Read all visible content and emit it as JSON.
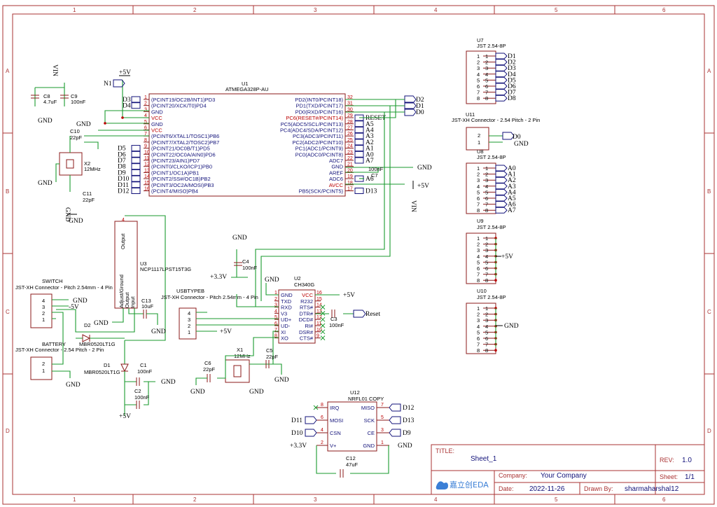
{
  "ruler": {
    "cols": [
      "1",
      "2",
      "3",
      "4",
      "5",
      "6"
    ],
    "rows": [
      "A",
      "B",
      "C",
      "D"
    ]
  },
  "title_block": {
    "title_label": "TITLE:",
    "title": "Sheet_1",
    "rev_label": "REV:",
    "rev": "1.0",
    "company_label": "Company:",
    "company": "Your Company",
    "sheet_label": "Sheet:",
    "sheet": "1/1",
    "date_label": "Date:",
    "date": "2022-11-26",
    "drawn_label": "Drawn By:",
    "drawn_by": "sharmaharshal12",
    "logo": "嘉立创EDA"
  },
  "u1": {
    "ref": "U1",
    "part": "ATMEGA328P-AU",
    "left_pins": [
      {
        "num": "1",
        "name": "(PCINT19/OC2B/INT1)PD3",
        "net": "D3"
      },
      {
        "num": "2",
        "name": "(PCINT20/XCK/T0)PD4",
        "net": "D4"
      },
      {
        "num": "3",
        "name": "GND",
        "net": ""
      },
      {
        "num": "4",
        "name": "VCC",
        "net": ""
      },
      {
        "num": "5",
        "name": "GND",
        "net": ""
      },
      {
        "num": "6",
        "name": "VCC",
        "net": ""
      },
      {
        "num": "7",
        "name": "(PCINT6/XTAL1/TOSC1)PB6",
        "net": ""
      },
      {
        "num": "8",
        "name": "(PCINT7/XTAL2/TOSC2)PB7",
        "net": ""
      },
      {
        "num": "9",
        "name": "(PCINT21/OC0B/T1)PD5",
        "net": "D5"
      },
      {
        "num": "10",
        "name": "(PCINT22/OC0A/AIN0)PD6",
        "net": "D6"
      },
      {
        "num": "11",
        "name": "(PCINT23/AIN1)PD7",
        "net": "D7"
      },
      {
        "num": "12",
        "name": "(PCINT0/CLKO/ICP1)PB0",
        "net": "D8"
      },
      {
        "num": "13",
        "name": "(PCINT1/OC1A)PB1",
        "net": "D9"
      },
      {
        "num": "14",
        "name": "(PCINT2/SS#/OC1B)PB2",
        "net": "D10"
      },
      {
        "num": "15",
        "name": "(PCINT3/OC2A/MOSI)PB3",
        "net": "D11"
      },
      {
        "num": "16",
        "name": "(PCINT4/MISO)PB4",
        "net": "D12"
      }
    ],
    "right_pins": [
      {
        "num": "32",
        "name": "PD2(INT0/PCINT18)",
        "net": ""
      },
      {
        "num": "31",
        "name": "PD1(TXD/PCINT17)",
        "net": ""
      },
      {
        "num": "30",
        "name": "PD0(RXD/PCINT16)",
        "net": ""
      },
      {
        "num": "29",
        "name": "PC6(RESET#/PCINT14)",
        "net": "RESET"
      },
      {
        "num": "28",
        "name": "PC5(ADC5/SCL/PCINT13)",
        "net": "A5"
      },
      {
        "num": "27",
        "name": "PC4(ADC4/SDA/PCINT12)",
        "net": "A4"
      },
      {
        "num": "26",
        "name": "PC3(ADC3/PCINT11)",
        "net": "A3"
      },
      {
        "num": "25",
        "name": "PC2(ADC2/PCINT10)",
        "net": "A2"
      },
      {
        "num": "24",
        "name": "PC1(ADC1/PCINT9)",
        "net": "A1"
      },
      {
        "num": "23",
        "name": "PC0(ADC0/PCINT8)",
        "net": "A0"
      },
      {
        "num": "22",
        "name": "ADC7",
        "net": "A7"
      },
      {
        "num": "21",
        "name": "GND",
        "net": ""
      },
      {
        "num": "20",
        "name": "AREF",
        "net": ""
      },
      {
        "num": "19",
        "name": "ADC6",
        "net": "A6"
      },
      {
        "num": "18",
        "name": "AVCC",
        "net": ""
      },
      {
        "num": "17",
        "name": "PB5(SCK/PCINT5)",
        "net": "D13"
      }
    ],
    "right_flags": [
      "D2",
      "D1",
      "D0"
    ]
  },
  "u7": {
    "ref": "U7",
    "part": "JST 2.54-8P",
    "nets": [
      "D1",
      "D2",
      "D3",
      "D4",
      "D5",
      "D6",
      "D7",
      "D8"
    ]
  },
  "u11": {
    "ref": "U11",
    "part": "JST-XH Connector - 2.54 Pitch - 2 Pin",
    "nets": [
      "D0"
    ]
  },
  "u8": {
    "ref": "U8",
    "part": "JST 2.54-8P",
    "nets": [
      "A0",
      "A1",
      "A2",
      "A3",
      "A4",
      "A5",
      "A6",
      "A7"
    ]
  },
  "u9": {
    "ref": "U9",
    "part": "JST 2.54-8P",
    "net": "+5V"
  },
  "u10": {
    "ref": "U10",
    "part": "JST 2.54-8P",
    "net": "GND"
  },
  "u2": {
    "ref": "U2",
    "part": "CH340G",
    "left_pins": [
      {
        "num": "1",
        "name": "GND"
      },
      {
        "num": "2",
        "name": "TXD"
      },
      {
        "num": "3",
        "name": "RXD"
      },
      {
        "num": "4",
        "name": "V3"
      },
      {
        "num": "5",
        "name": "UD+"
      },
      {
        "num": "6",
        "name": "UD-"
      },
      {
        "num": "7",
        "name": "XI"
      },
      {
        "num": "8",
        "name": "XO"
      }
    ],
    "right_pins": [
      {
        "num": "16",
        "name": "VCC"
      },
      {
        "num": "15",
        "name": "R232"
      },
      {
        "num": "14",
        "name": "RTS#"
      },
      {
        "num": "13",
        "name": "DTR#"
      },
      {
        "num": "12",
        "name": "DCD#"
      },
      {
        "num": "11",
        "name": "RI#"
      },
      {
        "num": "10",
        "name": "DSR#"
      },
      {
        "num": "9",
        "name": "CTS#"
      }
    ]
  },
  "u12": {
    "ref": "U12",
    "part": "NRFL01 COPY",
    "left_pins": [
      {
        "num": "8",
        "name": "IRQ"
      },
      {
        "num": "6",
        "name": "MOSI"
      },
      {
        "num": "4",
        "name": "CSN"
      },
      {
        "num": "2",
        "name": "V+"
      }
    ],
    "right_pins": [
      {
        "num": "7",
        "name": "MISO"
      },
      {
        "num": "5",
        "name": "SCK"
      },
      {
        "num": "3",
        "name": "CE"
      },
      {
        "num": "1",
        "name": "GND"
      }
    ],
    "left_nets": [
      "D11",
      "D10",
      "+3.3V"
    ],
    "right_nets": [
      "D12",
      "D13",
      "D9",
      "GND"
    ]
  },
  "u3": {
    "ref": "U3",
    "part": "NCP1117LPST15T3G",
    "pins": [
      "Output",
      "Adjust/Ground",
      "Output",
      "Input"
    ],
    "pin_nums": [
      "4",
      "1",
      "2",
      "3"
    ]
  },
  "usb": {
    "ref": "USBTYPEB",
    "part": "JST-XH Connector - Pitch 2.54mm - 4 Pin",
    "pins": [
      "4",
      "3",
      "2",
      "1"
    ]
  },
  "switch": {
    "ref": "SWITCH",
    "part": "JST-XH Connector - Pitch 2.54mm - 4 Pin",
    "pins": [
      "4",
      "3",
      "2",
      "1"
    ]
  },
  "battery": {
    "ref": "BATTERY",
    "part": "JST-XH Connector - 2.54 Pitch - 2 Pin",
    "pins": [
      "2",
      "1"
    ]
  },
  "x1": {
    "ref": "X1",
    "value": "12MHz"
  },
  "x2": {
    "ref": "X2",
    "value": "12MHz"
  },
  "d1": {
    "ref": "D1",
    "part": "MBR0520LT1G"
  },
  "d2": {
    "ref": "D2",
    "part": "MBR0520LT1G"
  },
  "caps": {
    "c1": {
      "ref": "C1",
      "value": "100nF"
    },
    "c2": {
      "ref": "C2",
      "value": "100nF"
    },
    "c3": {
      "ref": "C3",
      "value": "100nF"
    },
    "c4": {
      "ref": "C4",
      "value": "100nF"
    },
    "c5": {
      "ref": "C5",
      "value": "22pF"
    },
    "c6": {
      "ref": "C6",
      "value": "22pF"
    },
    "c7": {
      "ref": "C7",
      "value": "100nF"
    },
    "c8": {
      "ref": "C8",
      "value": "4.7uF"
    },
    "c9": {
      "ref": "C9",
      "value": "100nF"
    },
    "c10": {
      "ref": "C10",
      "value": "22pF"
    },
    "c11": {
      "ref": "C11",
      "value": "22pF"
    },
    "c12": {
      "ref": "C12",
      "value": "47uF"
    },
    "c13": {
      "ref": "C13",
      "value": "10uF"
    }
  },
  "nets": {
    "gnd": "GND",
    "p5v": "+5V",
    "p33v": "+3.3V",
    "vin": "VIN",
    "n1": "N1",
    "reset": "Reset",
    "minus5v": "-5V"
  }
}
